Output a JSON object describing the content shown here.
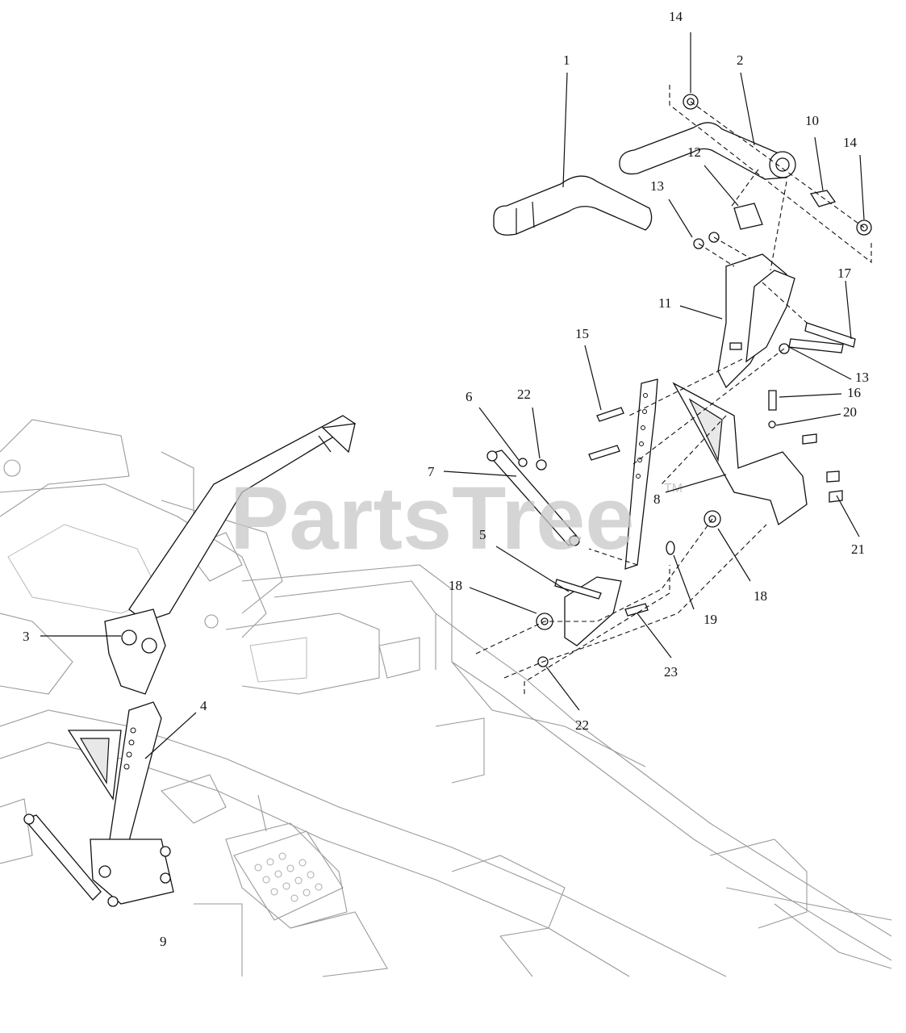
{
  "watermark": {
    "text": "PartsTree",
    "trademark": "TM"
  },
  "callouts": {
    "c1": "1",
    "c2": "2",
    "c3": "3",
    "c4": "4",
    "c5": "5",
    "c6": "6",
    "c7": "7",
    "c8": "8",
    "c9": "9",
    "c10": "10",
    "c11": "11",
    "c12": "12",
    "c13a": "13",
    "c13b": "13",
    "c14a": "14",
    "c14b": "14",
    "c15": "15",
    "c16": "16",
    "c17": "17",
    "c18a": "18",
    "c18b": "18",
    "c19": "19",
    "c20": "20",
    "c21": "21",
    "c22a": "22",
    "c22b": "22",
    "c23": "23"
  }
}
